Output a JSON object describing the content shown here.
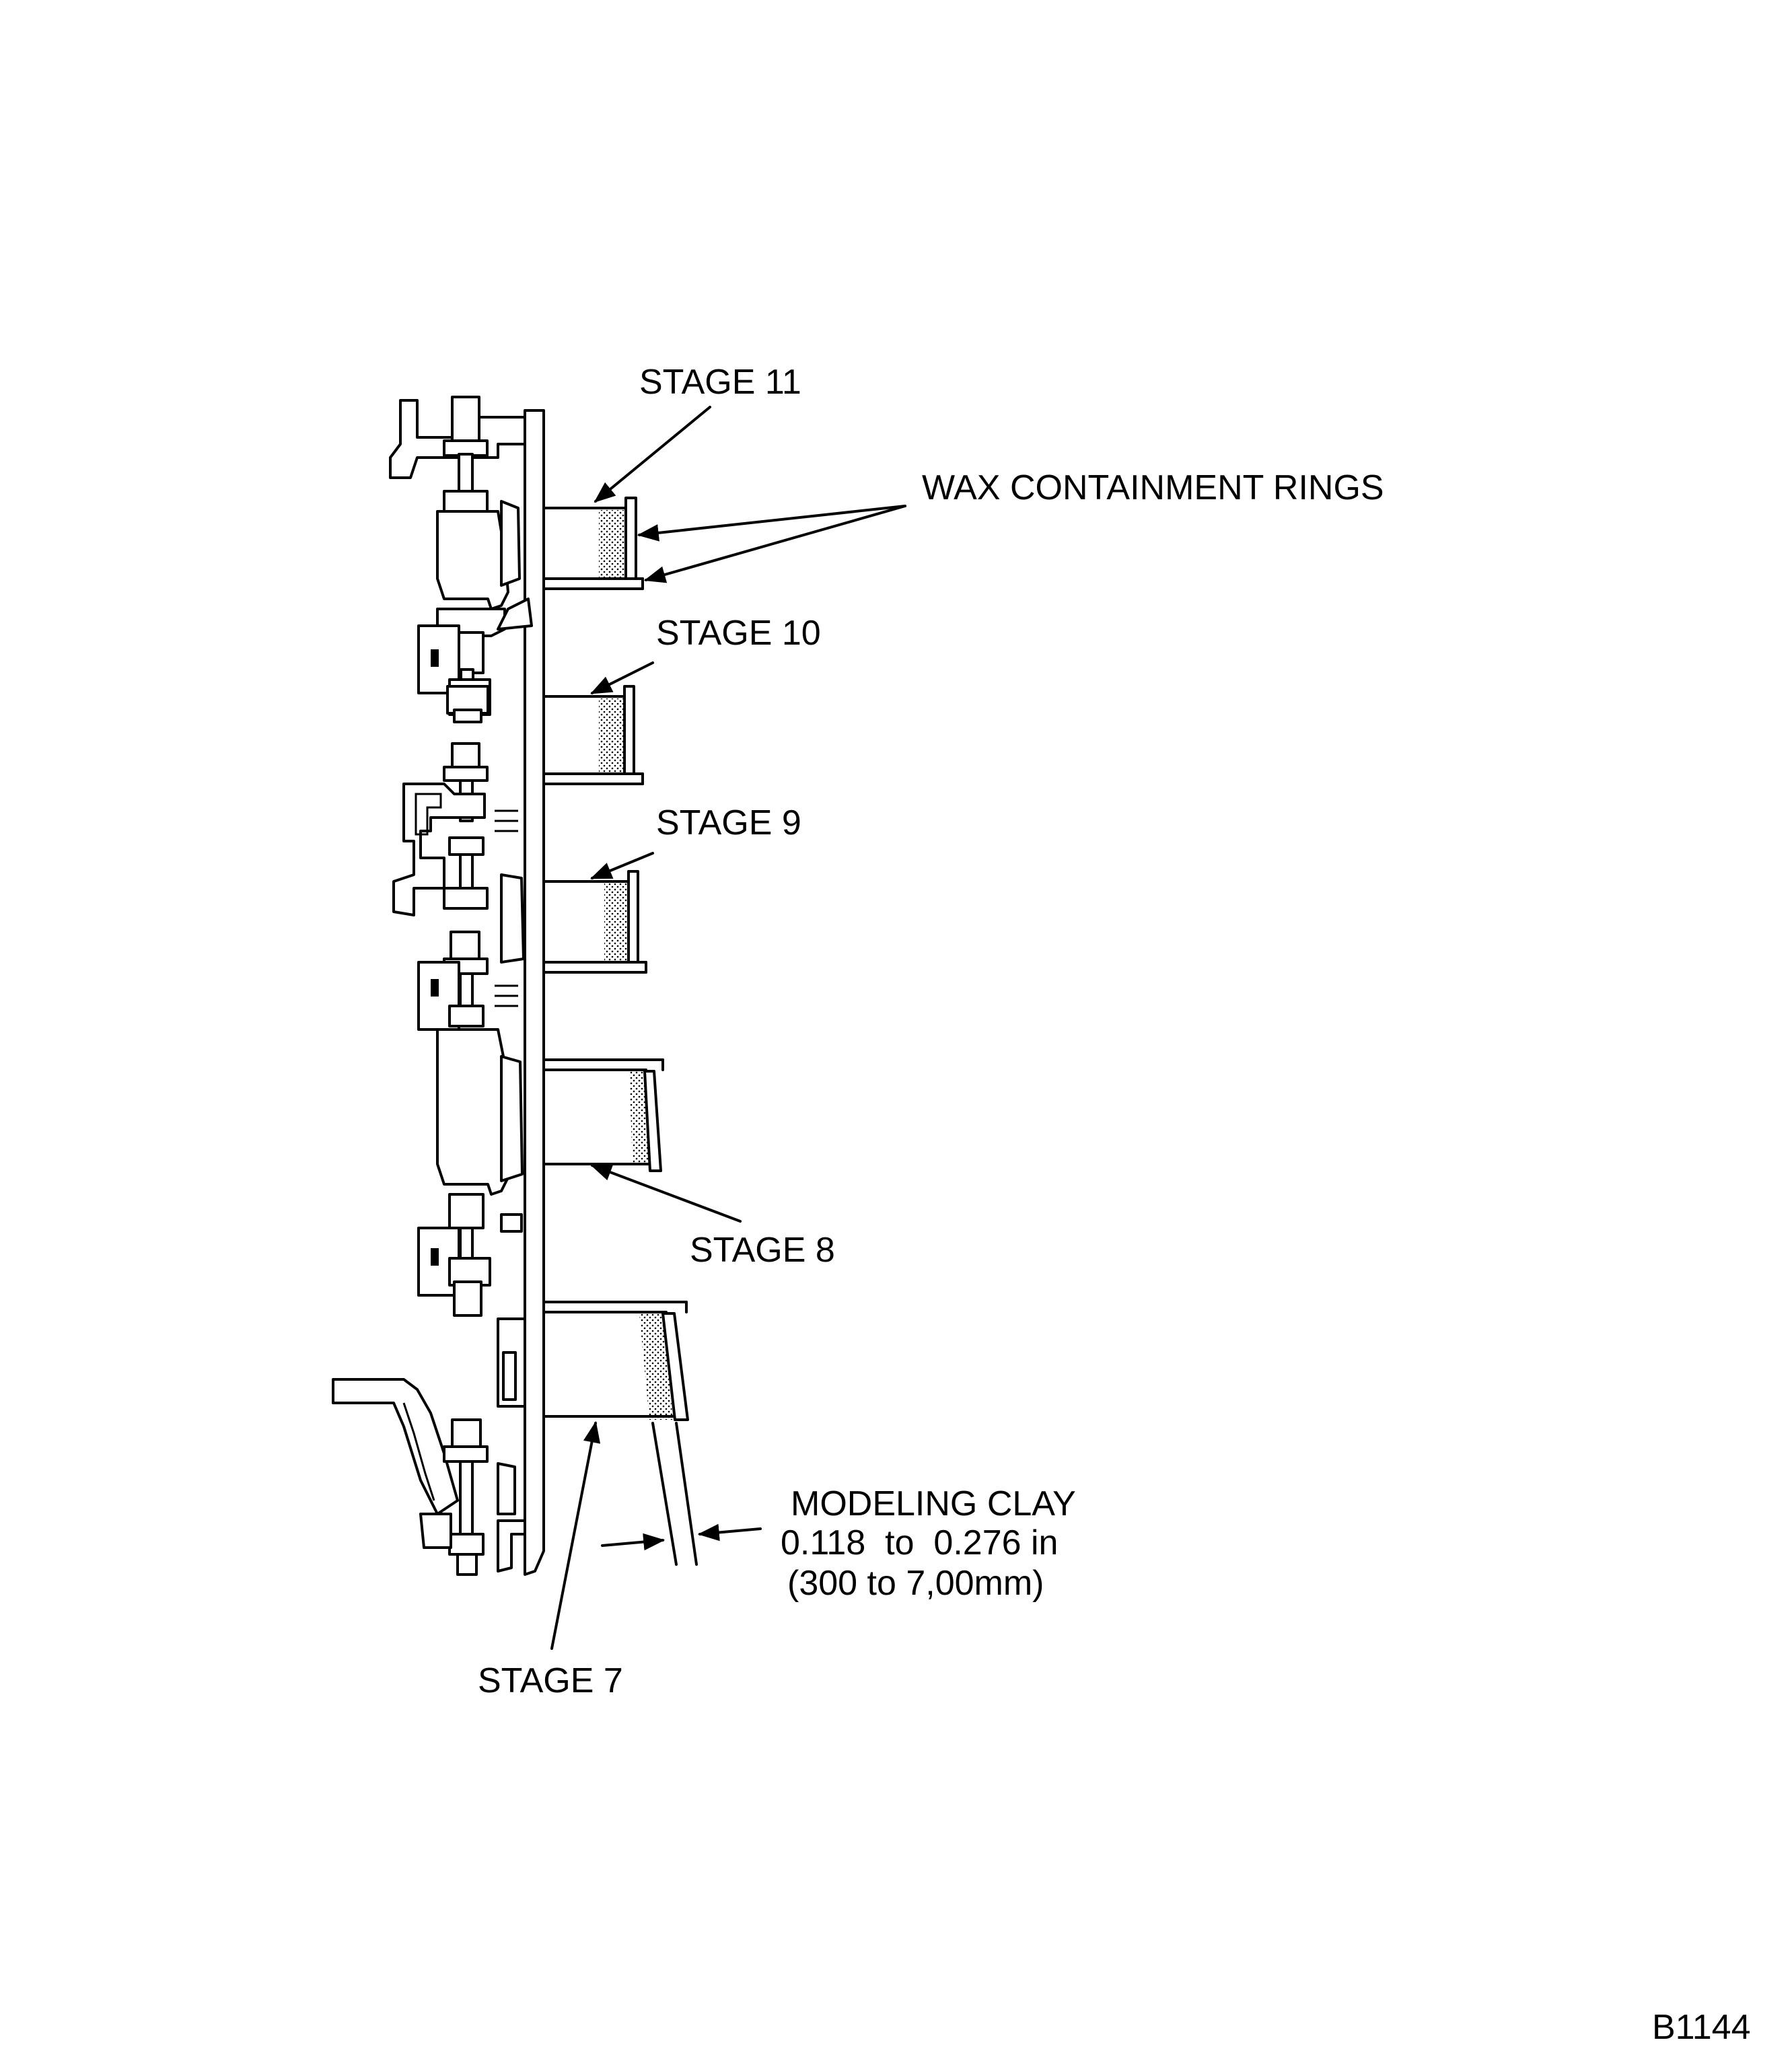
{
  "figure_id": "B1144",
  "labels": {
    "stage_11": "STAGE 11",
    "wax_rings": "WAX CONTAINMENT RINGS",
    "stage_10": "STAGE 10",
    "stage_9": "STAGE 9",
    "stage_8": "STAGE 8",
    "stage_7": "STAGE 7",
    "clay_title": "MODELING CLAY",
    "clay_in": "0.118  to  0.276 in",
    "clay_mm": "(300 to 7,00mm)"
  }
}
